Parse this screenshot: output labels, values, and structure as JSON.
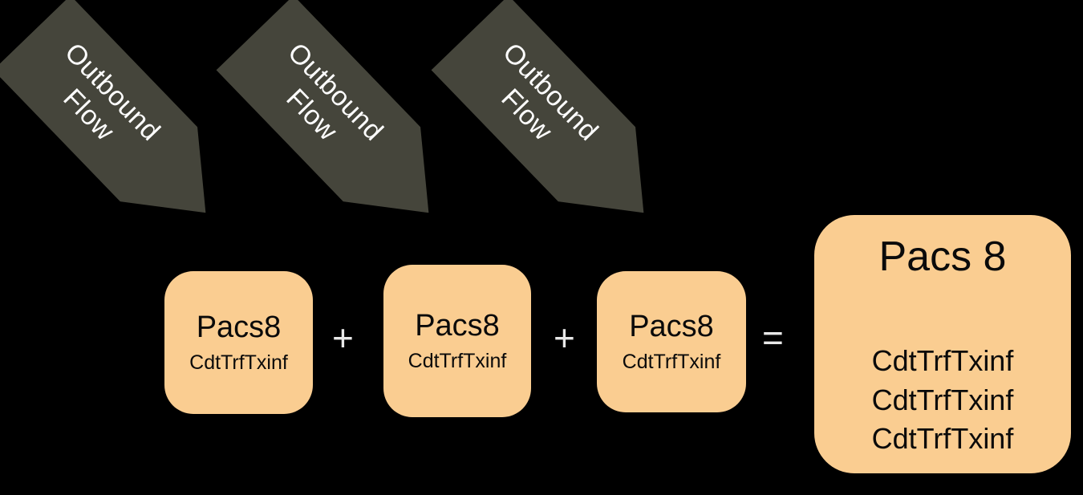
{
  "diagram": {
    "arrows": [
      {
        "line1": "Outbound",
        "line2": "Flow"
      },
      {
        "line1": "Outbound",
        "line2": "Flow"
      },
      {
        "line1": "Outbound",
        "line2": "Flow"
      }
    ],
    "boxes": [
      {
        "title": "Pacs8",
        "subtitle": "CdtTrfTxinf"
      },
      {
        "title": "Pacs8",
        "subtitle": "CdtTrfTxinf"
      },
      {
        "title": "Pacs8",
        "subtitle": "CdtTrfTxinf"
      }
    ],
    "operators": {
      "plus1": "+",
      "plus2": "+",
      "equals": "="
    },
    "result": {
      "title": "Pacs 8",
      "lines": [
        "CdtTrfTxinf",
        "CdtTrfTxinf",
        "CdtTrfTxinf"
      ]
    },
    "colors": {
      "background": "#000000",
      "arrow_fill": "#45453B",
      "arrow_text": "#FFFFFF",
      "box_fill": "#FACD91",
      "box_text": "#0A0A0A",
      "operator_text": "#E8E8E8"
    }
  }
}
